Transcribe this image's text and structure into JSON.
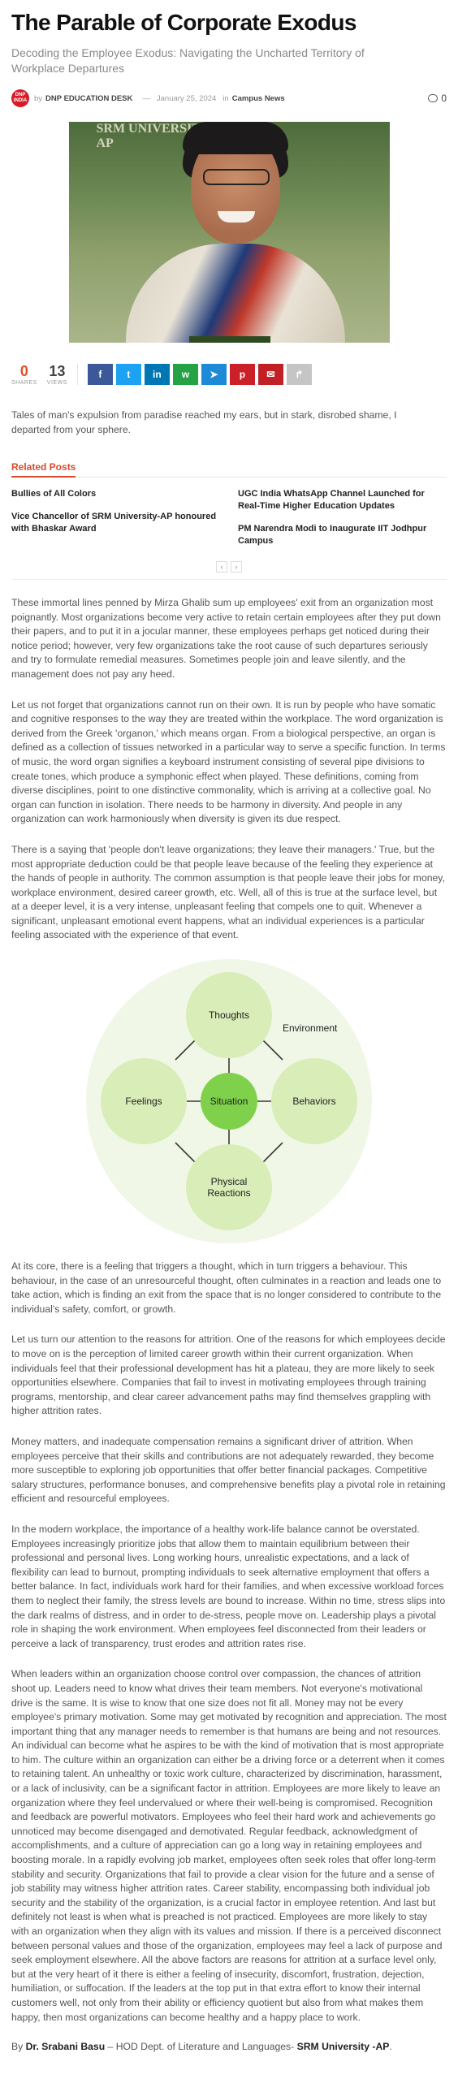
{
  "article": {
    "title": "The Parable of Corporate Exodus",
    "subtitle": "Decoding the Employee Exodus: Navigating the Uncharted Territory of Workplace Departures"
  },
  "meta": {
    "avatar_text": "DNP INDIA",
    "by": "by",
    "author": "DNP EDUCATION DESK",
    "dash": "—",
    "date": "January 25, 2024",
    "in": "in",
    "category": "Campus News",
    "comment_count": "0"
  },
  "hero": {
    "sign_text": "SRM UNIVERSITY AP"
  },
  "share": {
    "shares_count": "0",
    "shares_label": "SHARES",
    "views_count": "13",
    "views_label": "VIEWS",
    "buttons": [
      {
        "icon": "facebook-icon",
        "glyph": "f",
        "color": "#3b5998"
      },
      {
        "icon": "twitter-icon",
        "glyph": "t",
        "color": "#1da1f2"
      },
      {
        "icon": "linkedin-icon",
        "glyph": "in",
        "color": "#0077b5"
      },
      {
        "icon": "whatsapp-icon",
        "glyph": "w",
        "color": "#25a244"
      },
      {
        "icon": "telegram-icon",
        "glyph": "➤",
        "color": "#1c8ad6"
      },
      {
        "icon": "pinterest-icon",
        "glyph": "p",
        "color": "#cb2027"
      },
      {
        "icon": "email-icon",
        "glyph": "✉",
        "color": "#c32026"
      },
      {
        "icon": "share-icon",
        "glyph": "↱",
        "color": "#c5c5c5"
      }
    ]
  },
  "lede": "Tales of man's expulsion from paradise reached my ears, but in stark, disrobed shame, I departed from your sphere.",
  "related": {
    "heading": "Related Posts",
    "left": [
      "Bullies of All Colors",
      "Vice Chancellor of SRM University-AP honoured with Bhaskar Award"
    ],
    "right": [
      "UGC India WhatsApp Channel Launched for Real-Time Higher Education Updates",
      "PM Narendra Modi to Inaugurate IIT Jodhpur Campus"
    ],
    "prev": "‹",
    "next": "›"
  },
  "paragraphs_before_diagram": [
    "These immortal lines penned by Mirza Ghalib sum up employees' exit from an organization most poignantly. Most organizations become very active to retain certain employees after they put down their papers, and to put it in a jocular manner, these employees perhaps get noticed during their notice period; however, very few organizations take the root cause of such departures seriously and try to formulate remedial measures. Sometimes people join and leave silently, and the management does not pay any heed.",
    "Let us not forget that organizations cannot run on their own. It is run by people who have somatic and cognitive responses to the way they are treated within the workplace. The word organization is derived from the Greek 'organon,' which means organ. From a biological perspective, an organ is defined as a collection of tissues networked in a particular way to serve a specific function. In terms of music, the word organ signifies a keyboard instrument consisting of several pipe divisions to create tones, which produce a symphonic effect when played. These definitions, coming from diverse disciplines, point to one distinctive commonality, which is arriving at a collective goal. No organ can function in isolation. There needs to be harmony in diversity. And people in any organization can work harmoniously when diversity is given its due respect.",
    "There is a saying that 'people don't leave organizations; they leave their managers.' True, but the most appropriate deduction could be that people leave because of the feeling they experience at the hands of people in authority. The common assumption is that people leave their jobs for money, workplace environment, desired career growth, etc. Well, all of this is true at the surface level, but at a deeper level, it is a very intense, unpleasant feeling that compels one to quit. Whenever a significant, unpleasant emotional event happens, what an individual experiences is a particular feeling associated with the experience of that event."
  ],
  "diagram": {
    "top": "Thoughts",
    "left": "Feelings",
    "right": "Behaviors",
    "bottom": "Physical Reactions",
    "center": "Situation",
    "environment": "Environment"
  },
  "paragraphs_after_diagram": [
    "At its core, there is a feeling that triggers a thought, which in turn triggers a behaviour. This behaviour, in the case of an unresourceful thought, often culminates in a reaction and leads one to take action, which is finding an exit from the space that is no longer considered to contribute to the individual's safety, comfort, or growth.",
    " Let us turn our attention to the reasons for attrition. One of the reasons for which employees decide to move on is the perception of limited career growth within their current organization. When individuals feel that their professional development has hit a plateau, they are more likely to seek opportunities elsewhere. Companies that fail to invest in motivating employees through training programs, mentorship, and clear career advancement paths may find themselves grappling with higher attrition rates.",
    "Money matters, and inadequate compensation remains a significant driver of attrition. When employees perceive that their skills and contributions are not adequately rewarded, they become more susceptible to exploring job opportunities that offer better financial packages. Competitive salary structures, performance bonuses, and comprehensive benefits play a pivotal role in retaining efficient and resourceful employees.",
    "In the modern workplace, the importance of a healthy work-life balance cannot be overstated. Employees increasingly prioritize jobs that allow them to maintain equilibrium between their professional and personal lives. Long working hours, unrealistic expectations, and a lack of flexibility can lead to burnout, prompting individuals to seek alternative employment that offers a better balance. In fact, individuals work hard for their families, and when excessive workload forces them to neglect their family, the stress levels are bound to increase. Within no time, stress slips into the dark realms of distress, and in order to de-stress, people move on. Leadership plays a pivotal role in shaping the work environment. When employees feel disconnected from their leaders or perceive a lack of transparency, trust erodes and attrition rates rise.",
    "When leaders within an organization choose control over compassion, the chances of attrition shoot up. Leaders need to know what drives their team members. Not everyone's motivational drive is the same. It is wise to know that one size does not fit all. Money may not be every employee's primary motivation. Some may get motivated by recognition and appreciation. The most important thing that any manager needs to remember is that humans are being and not resources. An individual can become what he aspires to be with the kind of motivation that is most appropriate to him. The culture within an organization can either be a driving force or a deterrent when it comes to retaining talent. An unhealthy or toxic work culture, characterized by discrimination, harassment, or a lack of inclusivity, can be a significant factor in attrition. Employees are more likely to leave an organization where they feel undervalued or where their well-being is compromised. Recognition and feedback are powerful motivators. Employees who feel their hard work and achievements go unnoticed may become disengaged and demotivated. Regular feedback, acknowledgment of accomplishments, and a culture of appreciation can go a long way in retaining employees and boosting morale. In a rapidly evolving job market, employees often seek roles that offer long-term stability and security. Organizations that fail to provide a clear vision for the future and a sense of job stability may witness higher attrition rates. Career stability, encompassing both individual job security and the stability of the organization, is a crucial factor in employee retention. And last but definitely not least is when what is preached is not practiced. Employees are more likely to stay with an organization when they align with its values and mission. If there is a perceived disconnect between personal values and those of the organization, employees may feel a lack of purpose and seek employment elsewhere. All the above factors are reasons for attrition at a surface level only, but at the very heart of it there is either a feeling of insecurity, discomfort, frustration, dejection, humiliation, or suffocation. If the leaders at the top put in that extra effort to know their internal customers well, not only from their ability or efficiency quotient but also from what makes them happy, then most organizations can become healthy and a happy place to work."
  ],
  "byline": {
    "prefix": "By ",
    "name": "Dr. Srabani Basu",
    "middle": " – HOD Dept. of Literature and Languages- ",
    "org": "SRM University -AP",
    "end": "."
  }
}
